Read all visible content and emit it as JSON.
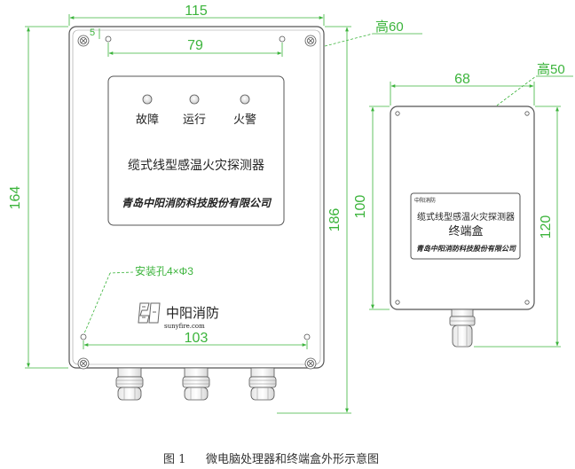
{
  "processor": {
    "indicators": [
      {
        "label": "故障"
      },
      {
        "label": "运行"
      },
      {
        "label": "火警"
      }
    ],
    "product_name": "缆式线型感温火灾探测器",
    "company": "青岛中阳消防科技股份有限公司",
    "mounting_note": "安装孔4×Φ3",
    "brand": "中阳消防",
    "website": "sunyfire.com",
    "dims": {
      "width": "115",
      "inner_width": "79",
      "top_offset": "5",
      "height": "164",
      "total_height": "186",
      "hole_spacing": "103",
      "depth": "高60"
    }
  },
  "terminal": {
    "logo_text": "中阳消防",
    "product_name": "缆式线型感温火灾探测器",
    "title": "终端盒",
    "company": "青岛中阳消防科技股份有限公司",
    "dims": {
      "width": "68",
      "height": "100",
      "total_height": "120",
      "depth": "高50"
    }
  },
  "caption": {
    "figure_no": "图 1",
    "text": "微电脑处理器和终端盒外形示意图"
  },
  "colors": {
    "dimension": "#3cb43c",
    "outline": "#555555"
  }
}
